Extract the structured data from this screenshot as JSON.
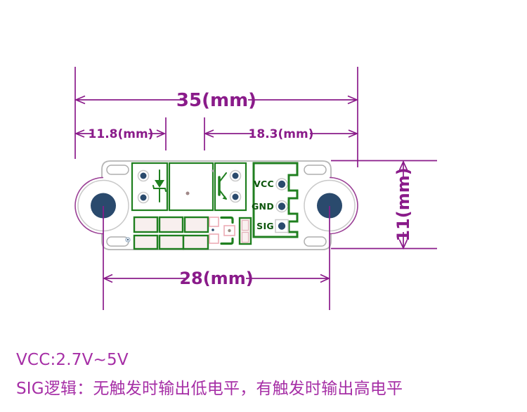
{
  "dimensions": {
    "overall_width_label": "35(mm)",
    "left_offset_label": "11.8(mm)",
    "right_offset_label": "18.3(mm)",
    "hole_spacing_label": "28(mm)",
    "board_height_label": "11(mm)"
  },
  "pcb": {
    "pin_labels": {
      "vcc": "VCC",
      "gnd": "GND",
      "sig": "SIG"
    }
  },
  "notes": {
    "vcc_range": "VCC:2.7V~5V",
    "sig_logic": "SIG逻辑：无触发时输出低电平，有触发时输出高电平"
  },
  "colors": {
    "dimension_magenta": "#8a1b8a",
    "note_purple": "#a62fa6",
    "pcb_green": "#1f7f1f",
    "pin_label_green": "#0d550d",
    "hole_navy": "#2a4a6d",
    "board_outline_gray": "#b5b5b5",
    "pad_pink": "#edacb5",
    "background": "#ffffff"
  }
}
